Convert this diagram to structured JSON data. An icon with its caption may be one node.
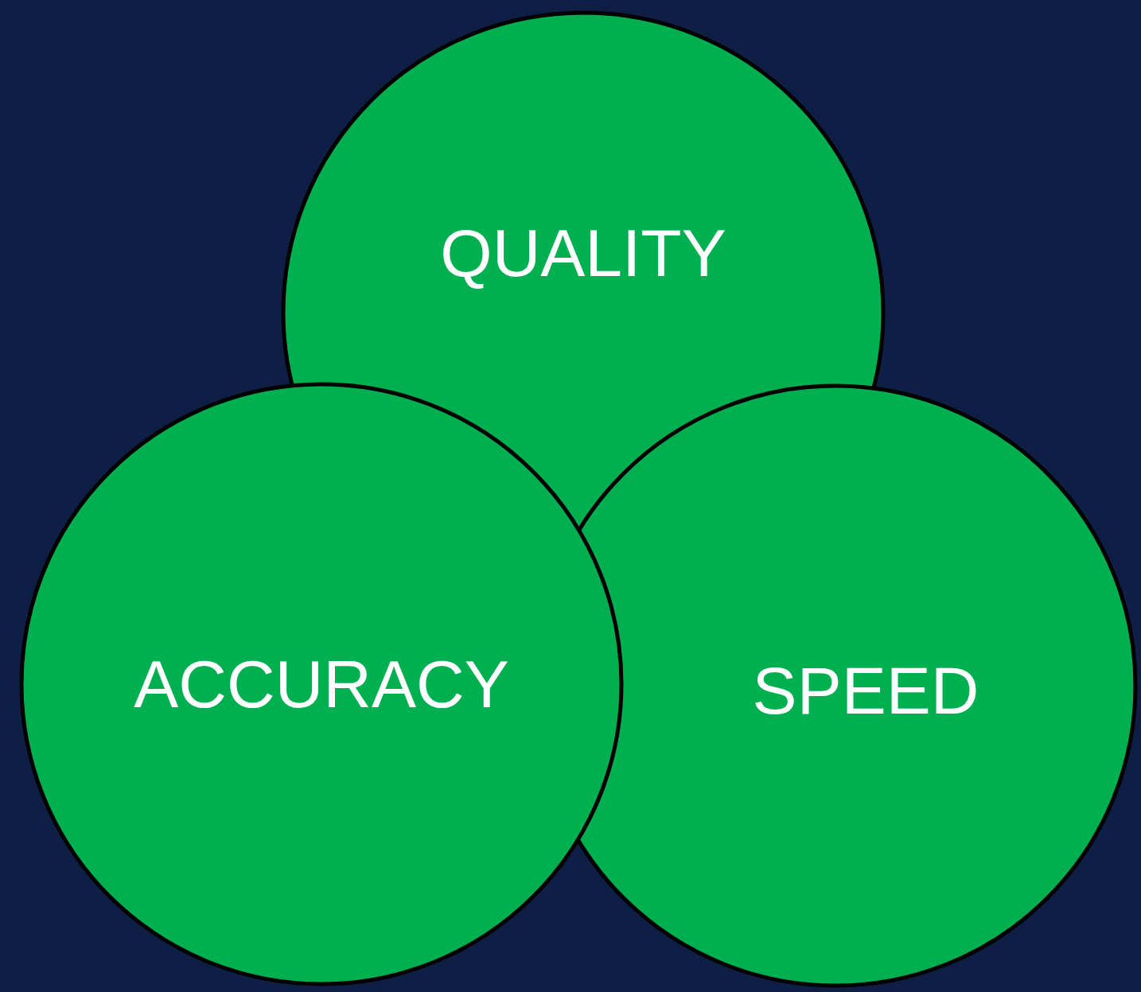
{
  "diagram": {
    "nodes": [
      {
        "text": [
          "QUALITY"
        ]
      },
      {
        "text": [
          "ACCURACY"
        ]
      },
      {
        "text": [
          "SPEED"
        ]
      }
    ]
  }
}
